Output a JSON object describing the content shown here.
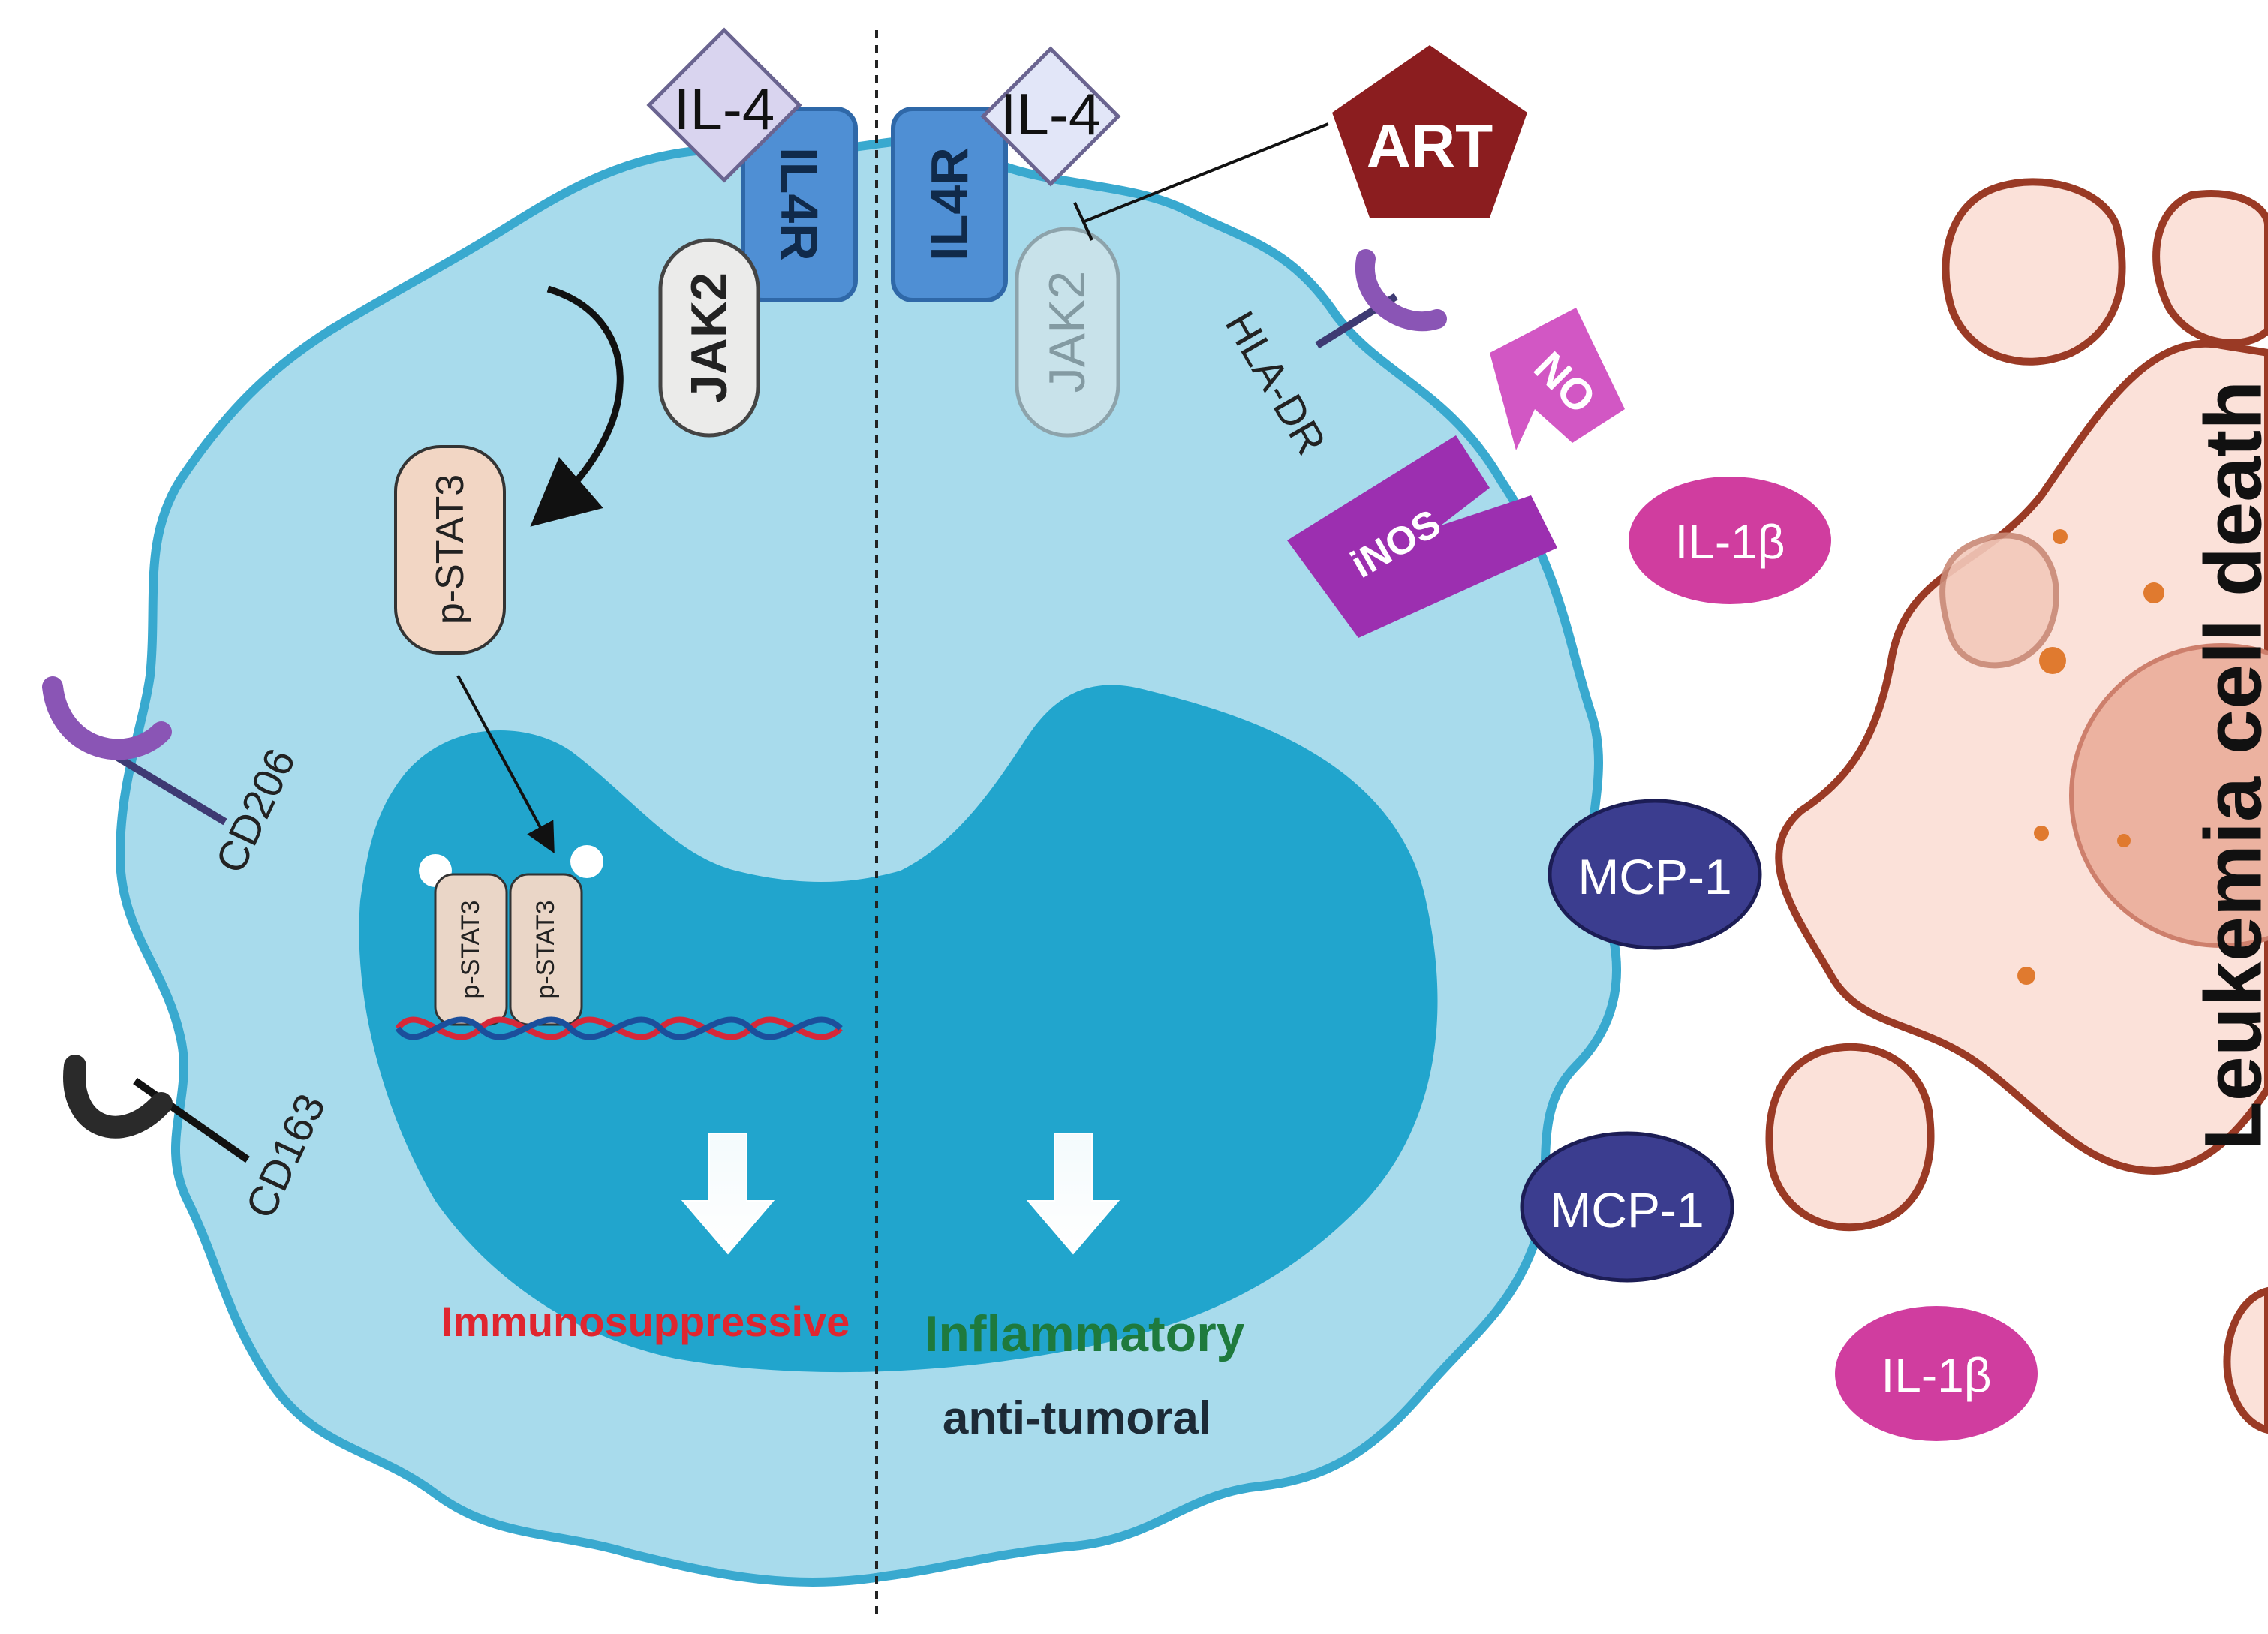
{
  "colors": {
    "cell_fill": "#a8dbec",
    "cell_border": "#39a9cf",
    "nucleus": "#21a5cd",
    "il4": "#d9d4ef",
    "il4r": "#4f8fd4",
    "jak2": "#ebebea",
    "pstat3": "#f2d6c4",
    "art": "#8b1d1f",
    "inos": "#9c2fb0",
    "no": "#d257c4",
    "il1b": "#d03d9f",
    "mcp1": "#3b3d8f",
    "leukemia_fill": "#fbe1d9",
    "leukemia_border": "#9a3a25",
    "immunosuppressive_text": "#e0262f",
    "inflammatory_text": "#1e7a3d",
    "antitumoral_text": "#1d2a36"
  },
  "labels": {
    "il4_left": "IL-4",
    "il4_right": "IL-4",
    "il4r_left": "IL4R",
    "il4r_right": "IL4R",
    "jak2_left": "JAK2",
    "jak2_right": "JAK2",
    "pstat3": "p-STAT3",
    "pstat3_dimer_a": "p-STAT3",
    "pstat3_dimer_b": "p-STAT3",
    "art": "ART",
    "hla_dr": "HLA-DR",
    "no": "NO",
    "inos": "iNOS",
    "cd206": "CD206",
    "cd163": "CD163",
    "il1b_top": "IL-1β",
    "il1b_bottom": "IL-1β",
    "mcp1_top": "MCP-1",
    "mcp1_bottom": "MCP-1",
    "immunosuppressive": "Immunosuppressive",
    "inflammatory": "Inflammatory",
    "anti_tumoral": "anti-tumoral",
    "leukemia_cell_death": "Leukemia cell death"
  }
}
